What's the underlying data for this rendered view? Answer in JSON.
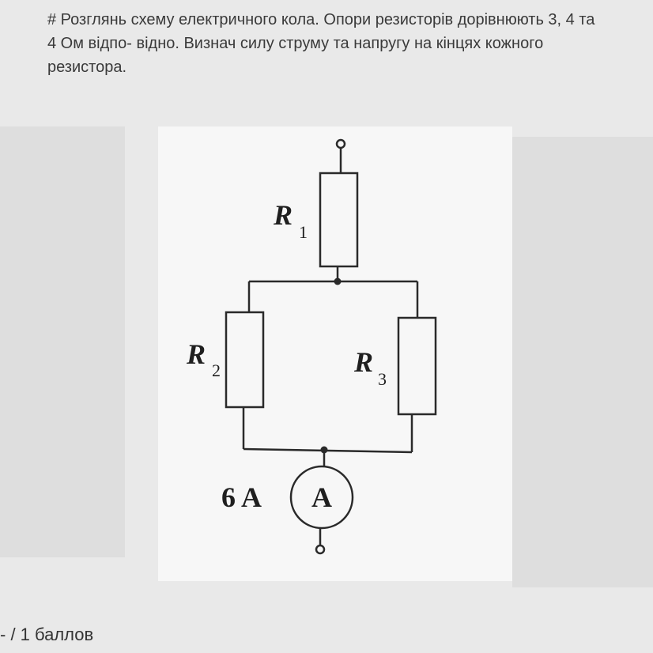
{
  "question": {
    "text": "# Розглянь схему електричного кола. Опори резисторів дорівнюють 3, 4 та 4 Ом відпо- відно. Визнач силу струму та напругу на кінцях кожного резистора."
  },
  "diagram": {
    "r1": {
      "letter": "R",
      "sub": "1"
    },
    "r2": {
      "letter": "R",
      "sub": "2"
    },
    "r3": {
      "letter": "R",
      "sub": "3"
    },
    "ammeter_reading": "6 A",
    "ammeter_symbol": "A"
  },
  "score": {
    "text": "- / 1 баллов"
  },
  "colors": {
    "wire": "#2a2a2a",
    "background": "#f7f7f7",
    "panel": "#dedede",
    "text": "#3a3a3a"
  }
}
